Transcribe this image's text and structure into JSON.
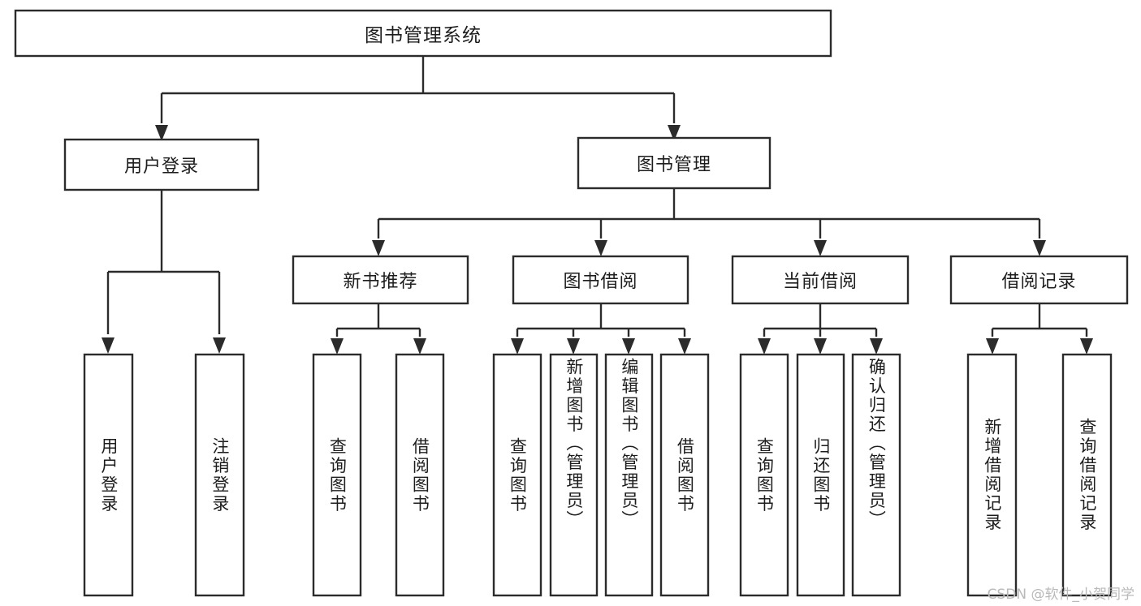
{
  "diagram": {
    "type": "hierarchy-tree",
    "title": "图书管理系统",
    "watermark": "CSDN @软件_小贺同学",
    "colors": {
      "box_stroke": "#2b2b2b",
      "box_fill": "#ffffff",
      "text": "#1d1d1d",
      "background": "#ffffff",
      "watermark": "#b9b9b9"
    },
    "nodes": {
      "root": {
        "label": "图书管理系统"
      },
      "level2": [
        {
          "id": "user-login",
          "label": "用户登录"
        },
        {
          "id": "book-manage",
          "label": "图书管理"
        }
      ],
      "level3": [
        {
          "id": "new-book-recommend",
          "label": "新书推荐",
          "parent": "book-manage"
        },
        {
          "id": "book-borrow",
          "label": "图书借阅",
          "parent": "book-manage"
        },
        {
          "id": "current-borrow",
          "label": "当前借阅",
          "parent": "book-manage"
        },
        {
          "id": "borrow-record",
          "label": "借阅记录",
          "parent": "book-manage"
        }
      ],
      "leaves": [
        {
          "id": "leaf-user-login",
          "label": "用户登录",
          "parent": "user-login"
        },
        {
          "id": "leaf-logout-login",
          "label": "注销登录",
          "parent": "user-login"
        },
        {
          "id": "leaf-query-book-1",
          "label": "查询图书",
          "parent": "new-book-recommend"
        },
        {
          "id": "leaf-borrow-book-1",
          "label": "借阅图书",
          "parent": "new-book-recommend"
        },
        {
          "id": "leaf-query-book-2",
          "label": "查询图书",
          "parent": "book-borrow"
        },
        {
          "id": "leaf-add-book",
          "label": "新增图书（管理员）",
          "parent": "book-borrow"
        },
        {
          "id": "leaf-edit-book",
          "label": "编辑图书（管理员）",
          "parent": "book-borrow"
        },
        {
          "id": "leaf-borrow-book-2",
          "label": "借阅图书",
          "parent": "book-borrow"
        },
        {
          "id": "leaf-query-book-3",
          "label": "查询图书",
          "parent": "current-borrow"
        },
        {
          "id": "leaf-return-book",
          "label": "归还图书",
          "parent": "current-borrow"
        },
        {
          "id": "leaf-confirm-return",
          "label": "确认归还（管理员）",
          "parent": "current-borrow"
        },
        {
          "id": "leaf-add-record",
          "label": "新增借阅记录",
          "parent": "borrow-record"
        },
        {
          "id": "leaf-query-record",
          "label": "查询借阅记录",
          "parent": "borrow-record"
        }
      ]
    }
  }
}
